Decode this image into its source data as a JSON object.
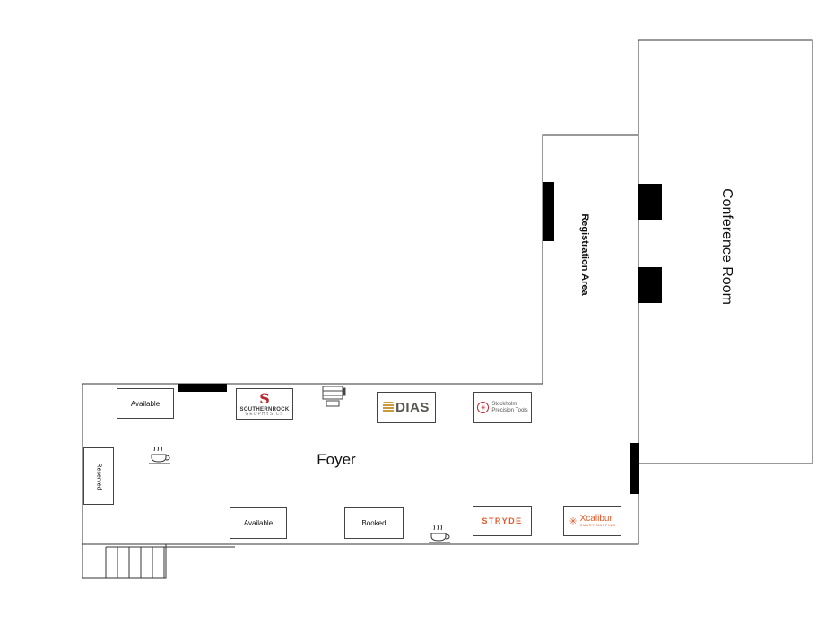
{
  "rooms": {
    "foyer": "Foyer",
    "registration": "Registration Area",
    "conference": "Conference Room"
  },
  "booths": {
    "top_available": "Available",
    "bottom_available": "Available",
    "booked": "Booked",
    "reserved": "Reserved"
  },
  "logos": {
    "southernrock": {
      "name": "SOUTHERNROCK",
      "sub": "GEOPHYSICS"
    },
    "dias": {
      "name": "DIAS"
    },
    "stockholm": {
      "line1": "Stockholm",
      "line2": "Precision Tools"
    },
    "stryde": {
      "name": "STRYDE"
    },
    "xcalibur": {
      "name": "Xcalibur",
      "sub": "SMART MAPPING"
    }
  },
  "icons": {
    "coffee": "coffee-cup-icon",
    "printer": "printer-icon",
    "stairs": "stairs-icon"
  },
  "colors": {
    "wall": "#333333",
    "door": "#000000",
    "southernrock_red": "#b8282e",
    "dias_gold": "#c79a3d",
    "stryde_orange": "#e35a2a"
  }
}
